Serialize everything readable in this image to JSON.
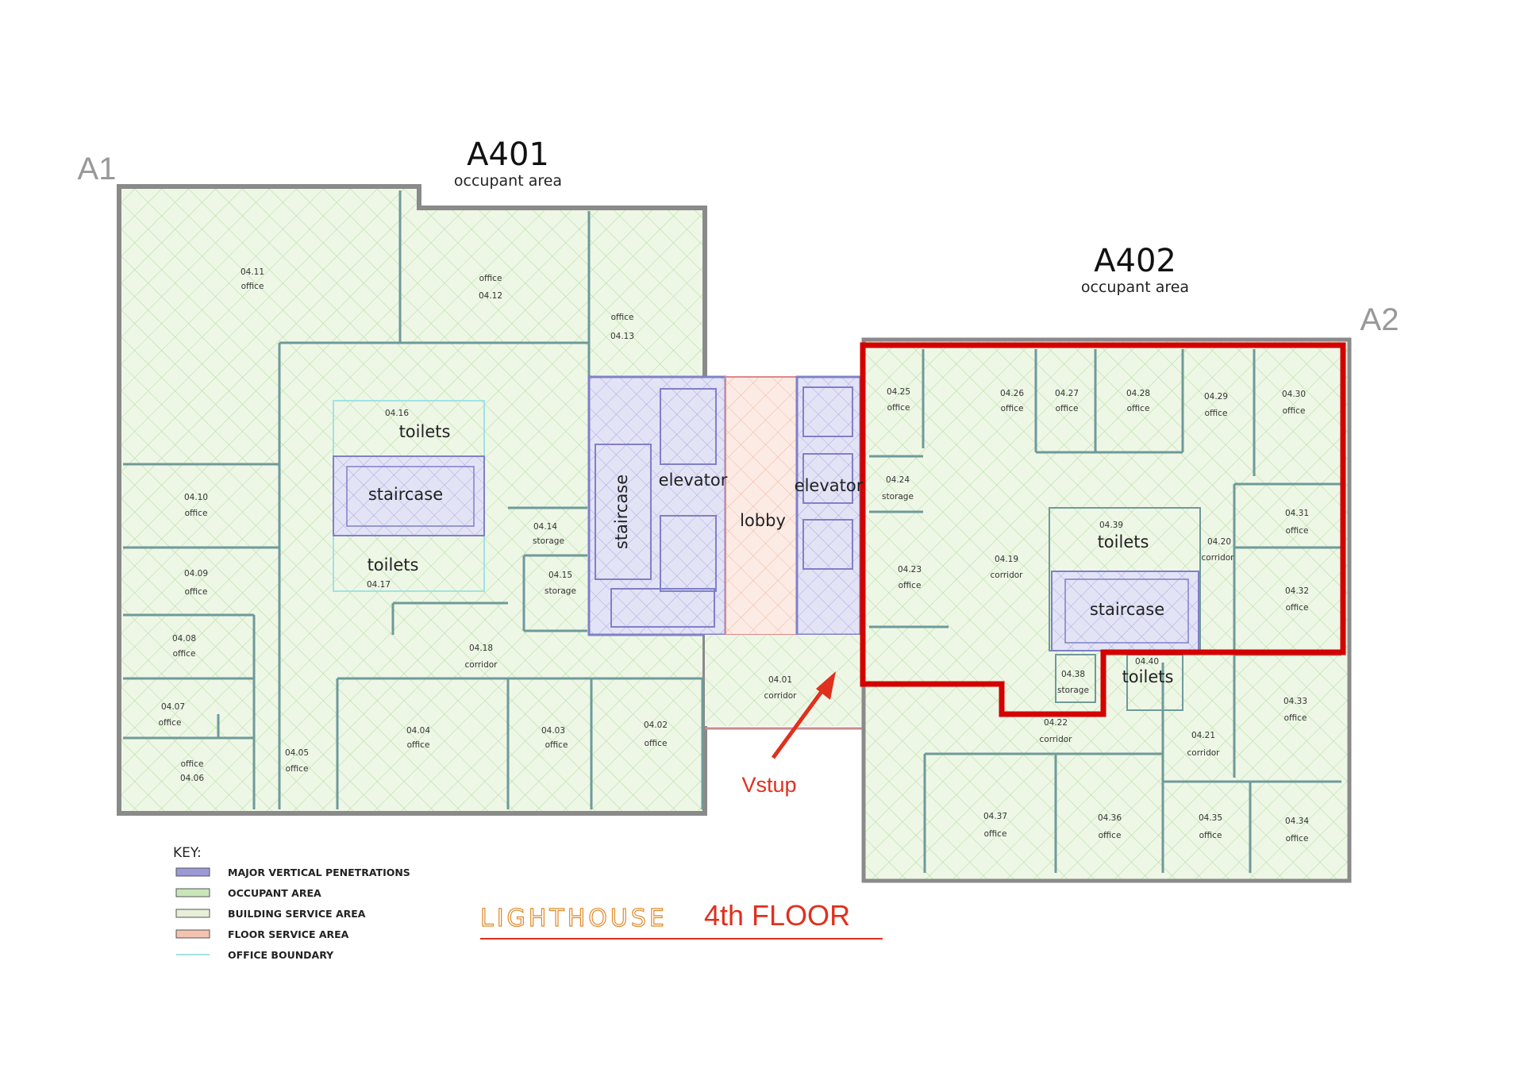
{
  "zones": [
    {
      "id": "A401",
      "subtitle": "occupant area"
    },
    {
      "id": "A402",
      "subtitle": "occupant area"
    }
  ],
  "corners": [
    "A1",
    "A2"
  ],
  "rooms": {
    "r0411": {
      "num": "04.11",
      "type": "office"
    },
    "r0412": {
      "num": "04.12",
      "type": "office"
    },
    "r0413": {
      "num": "04.13",
      "type": "office"
    },
    "r0416": {
      "num": "04.16",
      "type": "toilets"
    },
    "r0417": {
      "num": "04.17",
      "type": "toilets"
    },
    "r0410": {
      "num": "04.10",
      "type": "office"
    },
    "r0409": {
      "num": "04.09",
      "type": "office"
    },
    "r0408": {
      "num": "04.08",
      "type": "office"
    },
    "r0407": {
      "num": "04.07",
      "type": "office"
    },
    "r0406": {
      "num": "04.06",
      "type": "office"
    },
    "r0405": {
      "num": "04.05",
      "type": "office"
    },
    "r0404": {
      "num": "04.04",
      "type": "office"
    },
    "r0403": {
      "num": "04.03",
      "type": "office"
    },
    "r0402": {
      "num": "04.02",
      "type": "office"
    },
    "r0401": {
      "num": "04.01",
      "type": "corridor"
    },
    "r0414": {
      "num": "04.14",
      "type": "storage"
    },
    "r0415": {
      "num": "04.15",
      "type": "storage"
    },
    "r0418": {
      "num": "04.18",
      "type": "corridor"
    },
    "r0425": {
      "num": "04.25",
      "type": "office"
    },
    "r0426": {
      "num": "04.26",
      "type": "office"
    },
    "r0427": {
      "num": "04.27",
      "type": "office"
    },
    "r0428": {
      "num": "04.28",
      "type": "office"
    },
    "r0429": {
      "num": "04.29",
      "type": "office"
    },
    "r0430": {
      "num": "04.30",
      "type": "office"
    },
    "r0424": {
      "num": "04.24",
      "type": "storage"
    },
    "r0423": {
      "num": "04.23",
      "type": "office"
    },
    "r0419": {
      "num": "04.19",
      "type": "corridor"
    },
    "r0439": {
      "num": "04.39",
      "type": "toilets"
    },
    "r0420": {
      "num": "04.20",
      "type": "corridor"
    },
    "r0431": {
      "num": "04.31",
      "type": "office"
    },
    "r0432": {
      "num": "04.32",
      "type": "office"
    },
    "r0438": {
      "num": "04.38",
      "type": "storage"
    },
    "r0440": {
      "num": "04.40",
      "type": "toilets"
    },
    "r0433": {
      "num": "04.33",
      "type": "office"
    },
    "r0422": {
      "num": "04.22",
      "type": "corridor"
    },
    "r0421": {
      "num": "04.21",
      "type": "corridor"
    },
    "r0437": {
      "num": "04.37",
      "type": "office"
    },
    "r0436": {
      "num": "04.36",
      "type": "office"
    },
    "r0435": {
      "num": "04.35",
      "type": "office"
    },
    "r0434": {
      "num": "04.34",
      "type": "office"
    }
  },
  "core": {
    "staircase": "staircase",
    "elevator": "elevator",
    "lobby": "lobby"
  },
  "annotation": {
    "entrance_label": "Vstup",
    "arrow_color": "#e0301e"
  },
  "key": {
    "title": "KEY:",
    "items": [
      {
        "label": "MAJOR VERTICAL PENETRATIONS",
        "color": "#9a9ad8"
      },
      {
        "label": "OCCUPANT AREA",
        "color": "#c8e6b8"
      },
      {
        "label": "BUILDING SERVICE AREA",
        "color": "#e8efd8"
      },
      {
        "label": "FLOOR SERVICE AREA",
        "color": "#f4c2b0"
      },
      {
        "label": "OFFICE BOUNDARY",
        "color": "#9fe3e3"
      }
    ]
  },
  "footer": {
    "brand": "LIGHTHOUSE",
    "floor": "4th FLOOR"
  },
  "colors": {
    "occupant": "#eef7e6",
    "hatch": "#b9dfa8",
    "vertical": "#dcdcf2",
    "service": "#fbe2d8",
    "highlight": "#d40000",
    "wall": "#6f9a9a"
  }
}
